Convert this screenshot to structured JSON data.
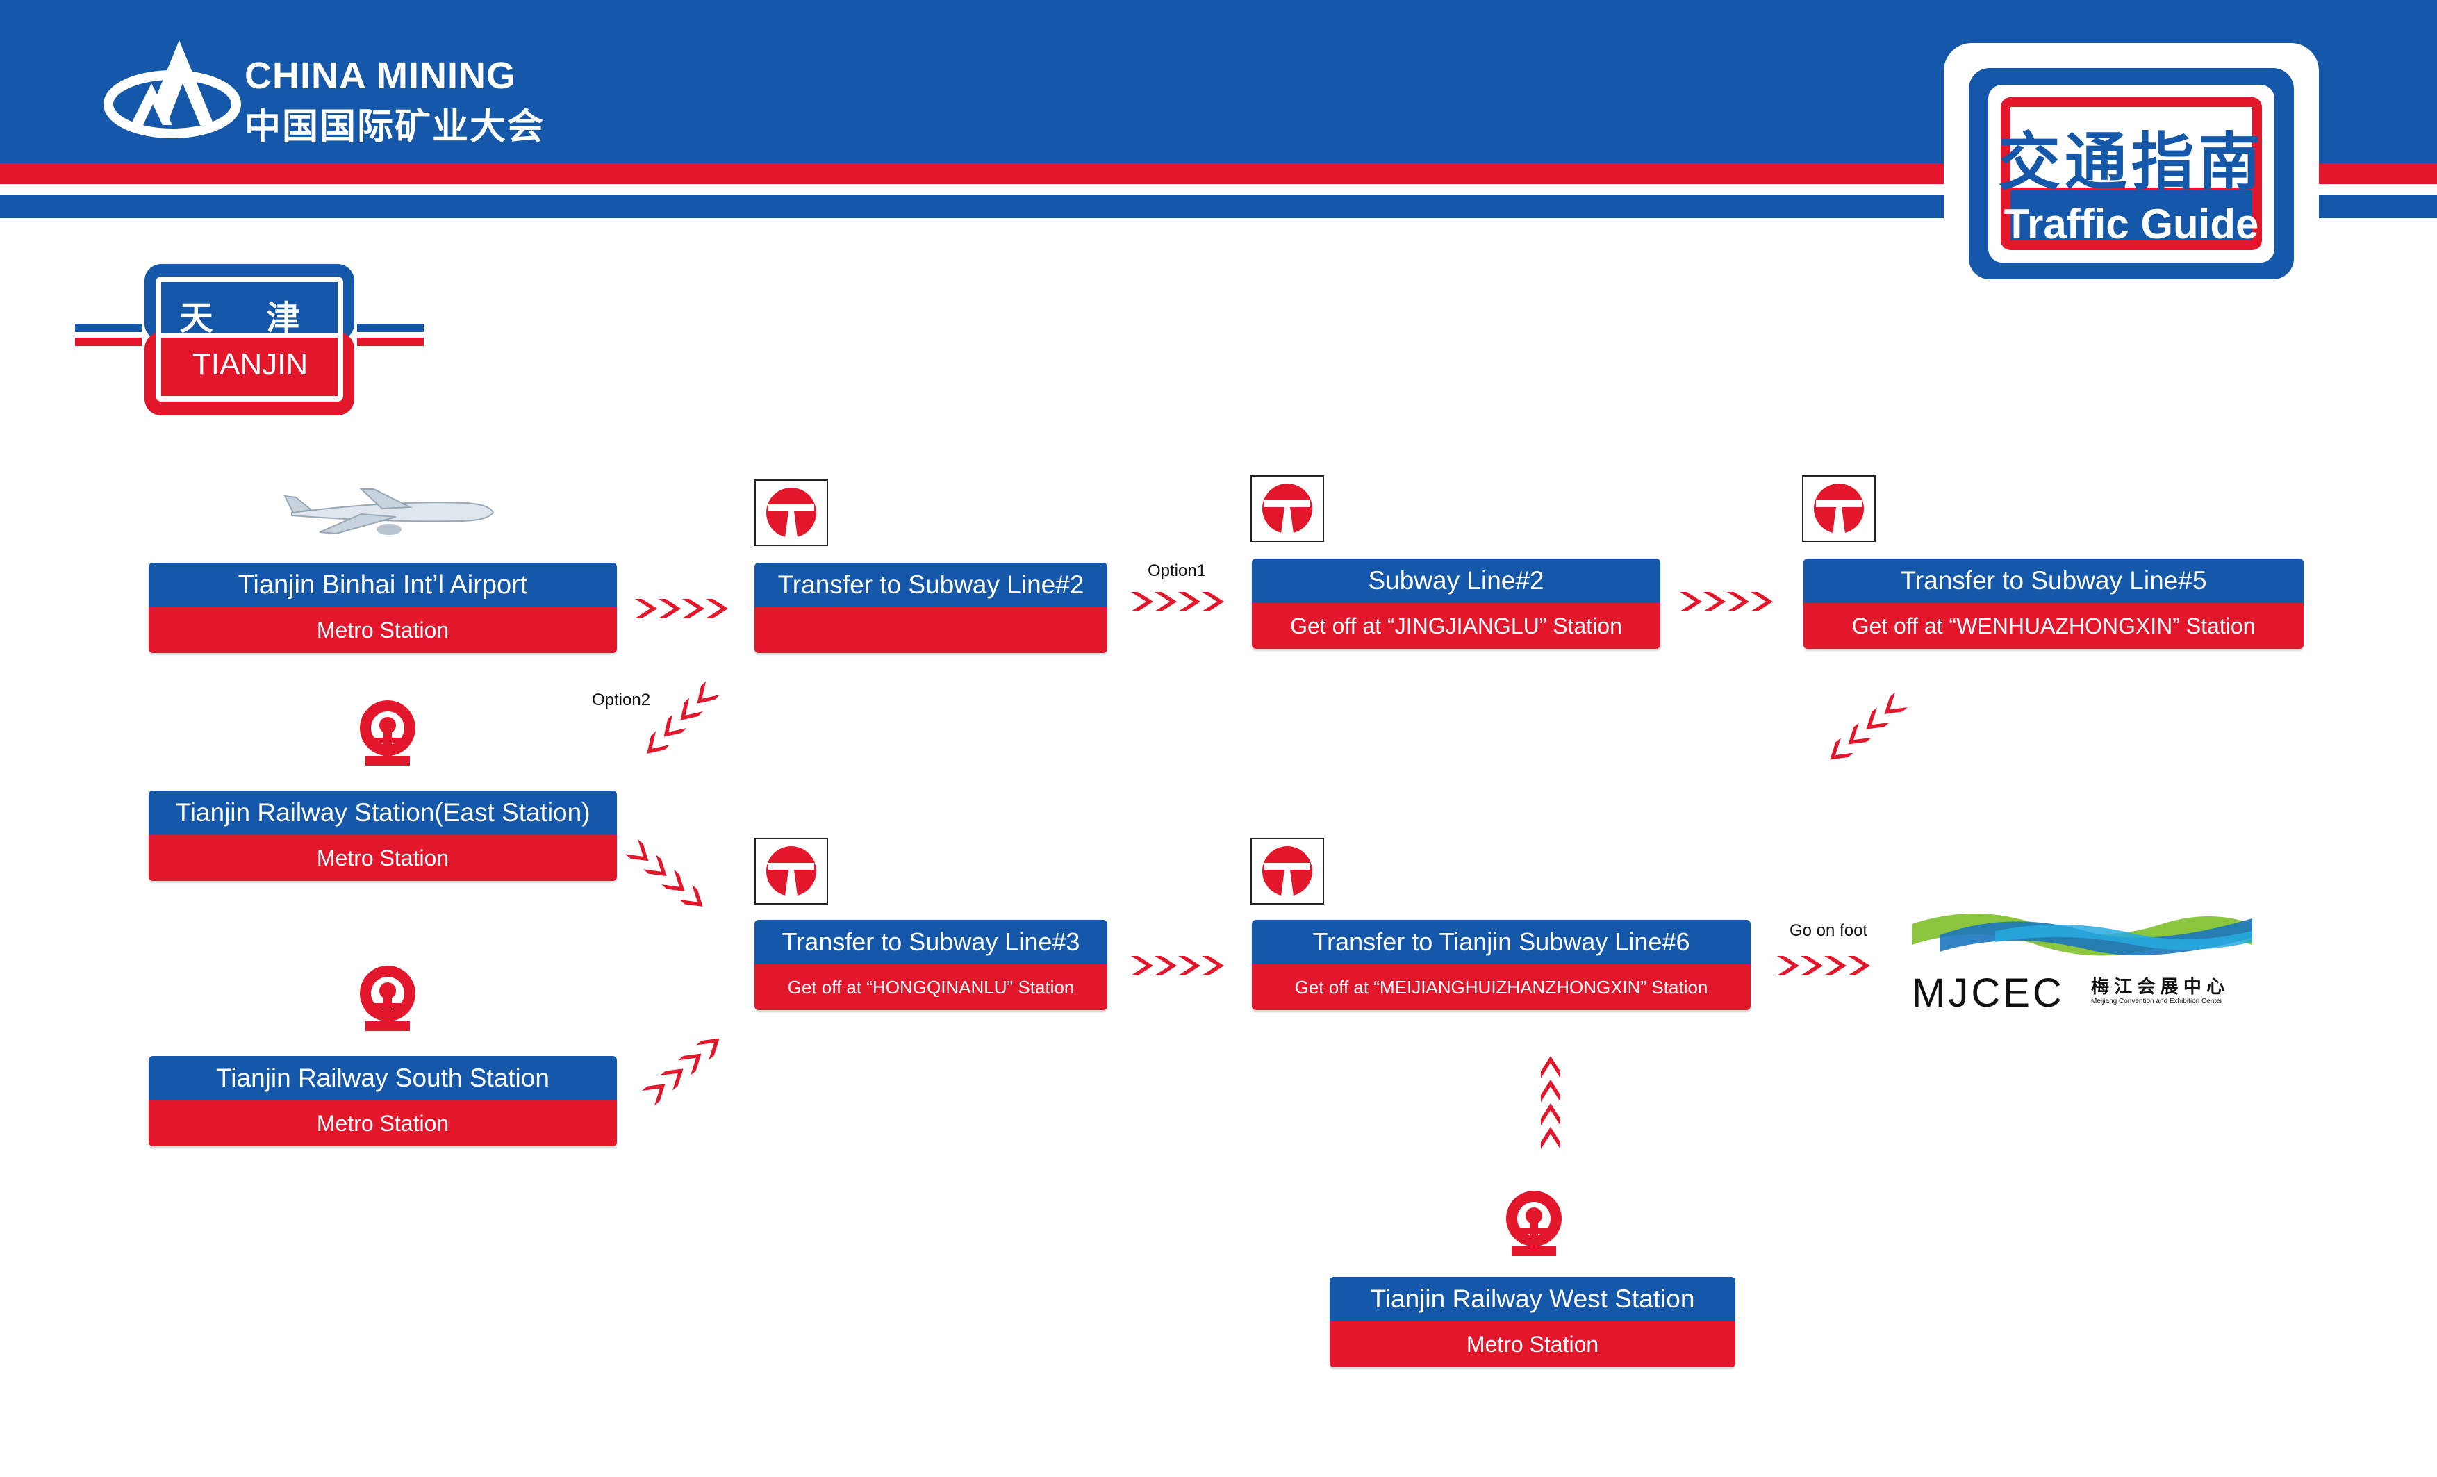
{
  "header": {
    "brand_en": "CHINA MINING",
    "brand_cn": "中国国际矿业大会",
    "guide_cn": "交通指南",
    "guide_en": "Traffic Guide"
  },
  "city": {
    "cn": "天 津",
    "en": "TIANJIN"
  },
  "colors": {
    "blue": "#1557a8",
    "red": "#e3172b",
    "white": "#ffffff"
  },
  "stations": {
    "airport": {
      "title": "Tianjin Binhai Int’l  Airport",
      "sub": "Metro Station"
    },
    "east": {
      "title": "Tianjin Railway Station(East Station)",
      "sub": "Metro Station"
    },
    "south": {
      "title": "Tianjin Railway South Station",
      "sub": "Metro Station"
    },
    "west": {
      "title": "Tianjin Railway West Station",
      "sub": "Metro Station"
    },
    "line2_transfer": {
      "title": "Transfer to Subway Line#2",
      "sub": ""
    },
    "line2": {
      "title": "Subway Line#2",
      "sub": "Get off at “JINGJIANGLU” Station"
    },
    "line5": {
      "title": "Transfer to Subway Line#5",
      "sub": "Get off at “WENHUAZHONGXIN” Station"
    },
    "line3": {
      "title": "Transfer to Subway Line#3",
      "sub": "Get off at “HONGQINANLU” Station"
    },
    "line6": {
      "title": "Transfer to Tianjin Subway Line#6",
      "sub": "Get off at “MEIJIANGHUIZHANZHONGXIN” Station"
    }
  },
  "notes": {
    "option1": "Option1",
    "option2": "Option2",
    "foot": "Go on foot"
  },
  "destination": {
    "logo": "MJCEC",
    "cn": "梅 江 会 展 中 心",
    "en": "Meijiang Convention and Exhibition Center"
  },
  "icons": [
    "china-mining-logo",
    "airplane-icon",
    "metro-icon",
    "railway-icon",
    "chevron-arrow-icon",
    "wave-logo"
  ]
}
